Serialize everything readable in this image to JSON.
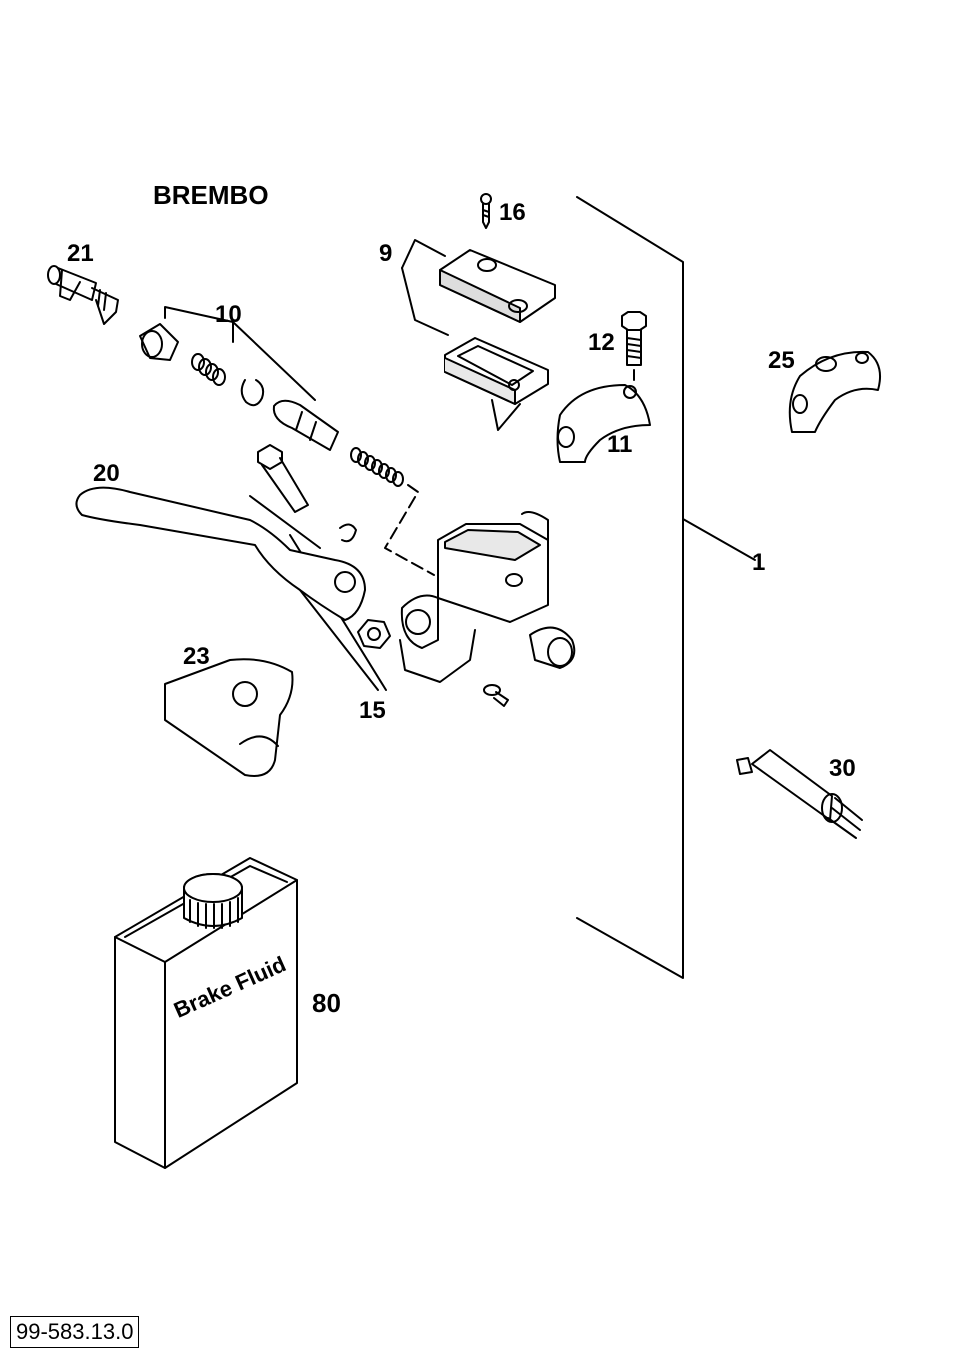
{
  "brand": "BREMBO",
  "brake_fluid_label": "Brake Fluid",
  "doc_number": "99-583.13.0",
  "part_numbers": {
    "p1": "1",
    "p9": "9",
    "p10": "10",
    "p11": "11",
    "p12": "12",
    "p15": "15",
    "p16": "16",
    "p20": "20",
    "p21": "21",
    "p23": "23",
    "p25": "25",
    "p30": "30",
    "p80": "80"
  }
}
